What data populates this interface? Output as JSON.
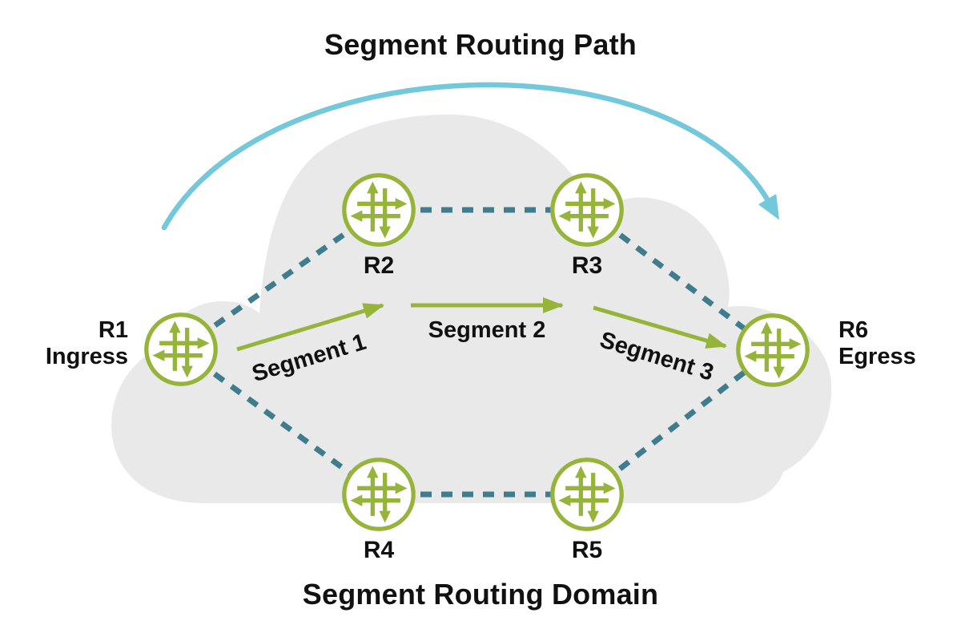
{
  "title": "Segment Routing Path",
  "footer": "Segment Routing Domain",
  "colors": {
    "router_green": "#97b43a",
    "link_teal": "#3f7d8e",
    "path_arrow_blue": "#74c8db",
    "cloud_gray": "#e9e9e9",
    "text_black": "#111111"
  },
  "routers": {
    "r1": {
      "name": "R1",
      "role": "Ingress"
    },
    "r2": {
      "name": "R2"
    },
    "r3": {
      "name": "R3"
    },
    "r4": {
      "name": "R4"
    },
    "r5": {
      "name": "R5"
    },
    "r6": {
      "name": "R6",
      "role": "Egress"
    }
  },
  "links": [
    "R1-R2",
    "R2-R3",
    "R3-R6",
    "R1-R4",
    "R4-R5",
    "R5-R6"
  ],
  "segments": {
    "s1": {
      "label": "Segment 1"
    },
    "s2": {
      "label": "Segment 2"
    },
    "s3": {
      "label": "Segment 3"
    }
  },
  "icons": {
    "router": "juniper-router-icon (circle with four pinwheel arrows)",
    "sr_path": "curved-arc-arrow"
  }
}
